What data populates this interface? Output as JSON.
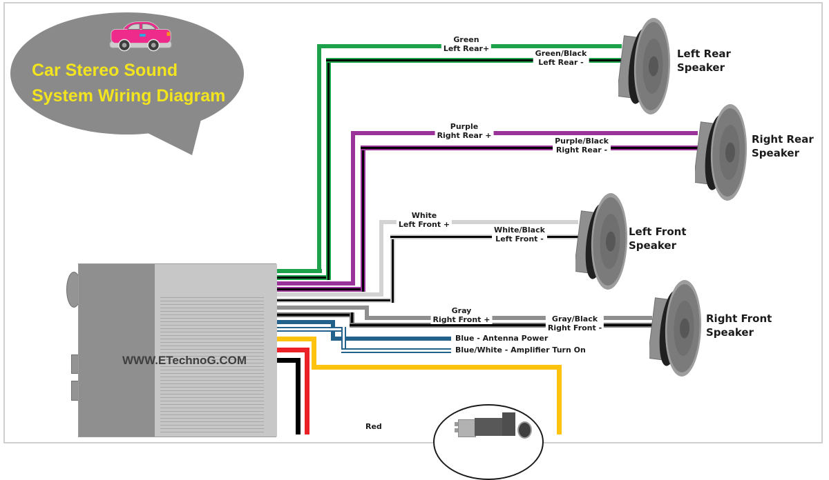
{
  "title": {
    "line1": "Car Stereo Sound",
    "line2": "System Wiring Diagram"
  },
  "palette": {
    "bubble_gray": "#8a8a8a",
    "title_yellow": "#f2e41e",
    "car_pink": "#ee2a8b",
    "unit_dark": "#8f8f8f",
    "unit_light": "#c7c7c7"
  },
  "unit": {
    "watermark": "WWW.ETechnoG.COM"
  },
  "wires": {
    "green": {
      "color": "#1ea14b",
      "stripe": "",
      "label_line1": "Green",
      "label_line2": "Left Rear+"
    },
    "green_black": {
      "color": "#1ea14b",
      "stripe": "#000000",
      "label_line1": "Green/Black",
      "label_line2": "Left Rear -"
    },
    "purple": {
      "color": "#993399",
      "stripe": "",
      "label_line1": "Purple",
      "label_line2": "Right Rear +"
    },
    "purple_black": {
      "color": "#993399",
      "stripe": "#000000",
      "label_line1": "Purple/Black",
      "label_line2": "Right Rear -"
    },
    "white": {
      "color": "#d3d3d3",
      "stripe": "",
      "label_line1": "White",
      "label_line2": "Left Front +"
    },
    "white_black": {
      "color": "#d3d3d3",
      "stripe": "#000000",
      "label_line1": "White/Black",
      "label_line2": "Left Front -"
    },
    "gray": {
      "color": "#8f8f8f",
      "stripe": "",
      "label_line1": "Gray",
      "label_line2": "Right Front +"
    },
    "gray_black": {
      "color": "#777777",
      "stripe": "#000000",
      "label_line1": "Gray/Black",
      "label_line2": "Right Front -"
    },
    "blue": {
      "color": "#21618c",
      "stripe": "",
      "label": "Blue - Antenna Power"
    },
    "blue_white": {
      "color": "#21618c",
      "stripe": "#ffffff",
      "label": "Blue/White - Amplifier Turn On"
    },
    "yellow": {
      "color": "#ffc20e",
      "stripe": ""
    },
    "red": {
      "color": "#ec2027",
      "stripe": "",
      "label": "Red"
    },
    "black": {
      "color": "#000000",
      "stripe": ""
    }
  },
  "speakers": {
    "left_rear": {
      "line1": "Left Rear",
      "line2": "Speaker"
    },
    "right_rear": {
      "line1": "Right Rear",
      "line2": "Speaker"
    },
    "left_front": {
      "line1": "Left Front",
      "line2": "Speaker"
    },
    "right_front": {
      "line1": "Right Front",
      "line2": "Speaker"
    }
  }
}
